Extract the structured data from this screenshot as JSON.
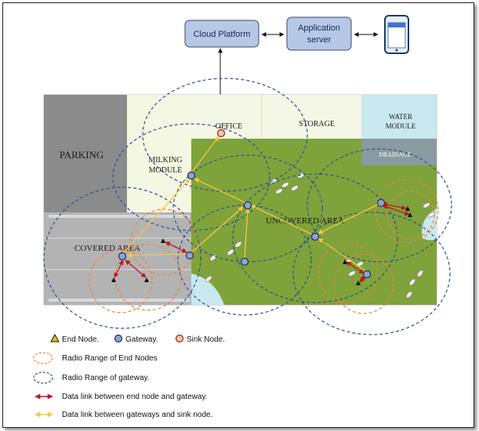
{
  "top_boxes": {
    "cloud": "Cloud Platform",
    "app_line1": "Application",
    "app_line2": "server"
  },
  "areas": {
    "parking": "PARKING",
    "office": "OFFICE",
    "storage": "STORAGE",
    "water_line1": "WATER",
    "water_line2": "MODULE",
    "drainage": "DRAINAGE",
    "milking_line1": "MILKING",
    "milking_line2": "MODULE",
    "uncovered": "UNCOVERED AREA",
    "covered": "COVERED AREA"
  },
  "legend": {
    "end_node": "End Node.",
    "gateway": "Gateway.",
    "sink_node": "Sink Node.",
    "radio_end": "Radio Range of End Nodes",
    "radio_gateway": "Radio Range of gateway.",
    "link_end_gateway": "Data link between end node and gateway.",
    "link_gateway_sink": "Data link between gateways and sink node."
  },
  "colors": {
    "gateway_range": "#2f4f8f",
    "end_range": "#e8833a",
    "gateway_fill": "#8ea3d6",
    "sink_fill": "#f3c3a8",
    "end_node_fill": "#f2c200",
    "end_link": "#c0181c",
    "sink_link": "#f5c842",
    "grass": "#7fa23b",
    "parking": "#8b8b8b",
    "water": "#c9e8f0"
  },
  "icons": {
    "phone": "smartphone-icon"
  }
}
